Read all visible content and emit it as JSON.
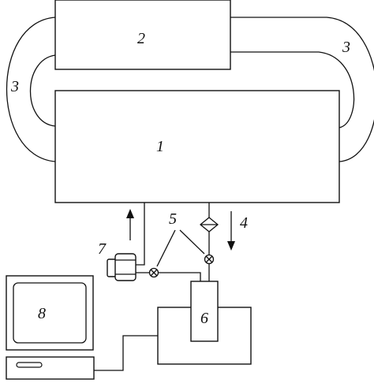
{
  "diagram": {
    "labels": {
      "main_chamber": "1",
      "upper_chamber": "2",
      "loop_right": "3",
      "loop_left": "3",
      "flow_out": "4",
      "valves": "5",
      "unit_6": "6",
      "pump": "7",
      "monitor": "8"
    },
    "colors": {
      "line": "#111111",
      "background": "#ffffff"
    }
  }
}
